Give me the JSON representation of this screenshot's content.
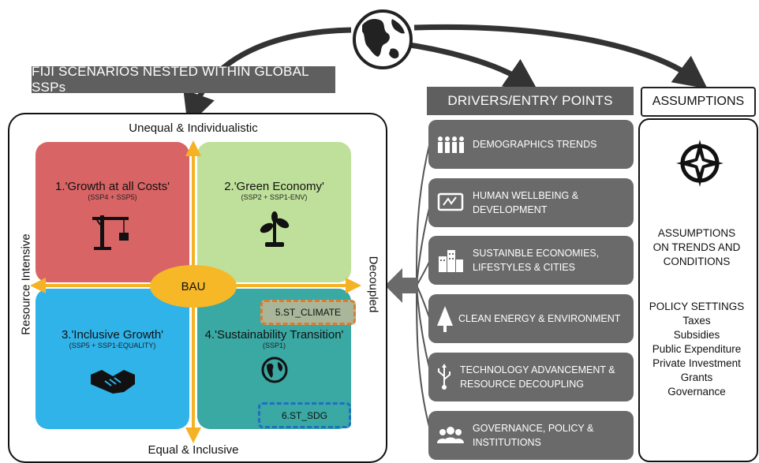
{
  "banner_title": "FIJI SCENARIOS NESTED WITHIN GLOBAL SSPs",
  "drivers_header": "DRIVERS/ENTRY POINTS",
  "assumptions_header": "ASSUMPTIONS",
  "axes": {
    "top": "Unequal & Individualistic",
    "bottom": "Equal & Inclusive",
    "left": "Resource Intensive",
    "right": "Decoupled"
  },
  "quadrants": [
    {
      "title": "1.'Growth at all Costs'",
      "sub": "(SSP4 + SSP5)",
      "color": "#d96465",
      "icon": "crane-icon"
    },
    {
      "title": "2.'Green Economy'",
      "sub": "(SSP2 + SSP1-ENV)",
      "color": "#bfe09a",
      "icon": "seedling-icon"
    },
    {
      "title": "3.'Inclusive Growth'",
      "sub": "(SSP5 + SSP1-EQUALITY)",
      "color": "#2fb3e9",
      "icon": "handshake-icon"
    },
    {
      "title": "4.'Sustainability Transition'",
      "sub": "(SSP1)",
      "color": "#3aa8a3",
      "icon": "globe-icon"
    }
  ],
  "bau_label": "BAU",
  "tags": {
    "climate": "5.ST_CLIMATE",
    "sdg": "6.ST_SDG"
  },
  "drivers": [
    {
      "label": "DEMOGRAPHICS TRENDS",
      "icon": "people-icon"
    },
    {
      "label": "HUMAN WELLBEING & DEVELOPMENT",
      "icon": "monitor-icon"
    },
    {
      "label": "SUSTAINBLE ECONOMIES, LIFESTYLES & CITIES",
      "icon": "buildings-icon"
    },
    {
      "label": "CLEAN ENERGY & ENVIRONMENT",
      "icon": "tree-icon"
    },
    {
      "label": "TECHNOLOGY ADVANCEMENT & RESOURCE DECOUPLING",
      "icon": "usb-icon"
    },
    {
      "label": "GOVERNANCE, POLICY & INSTITUTIONS",
      "icon": "group-icon"
    }
  ],
  "assumptions": {
    "block1": [
      "ASSUMPTIONS",
      "ON TRENDS AND",
      "CONDITIONS"
    ],
    "block2": [
      "POLICY SETTINGS",
      "Taxes",
      "Subsidies",
      "Public Expenditure",
      "Private Investment",
      "Grants",
      "Governance"
    ]
  },
  "colors": {
    "axis": "#f5b224",
    "bau": "#f7b828",
    "banner": "#5f5f5f",
    "driver": "#6a6a6a",
    "climate_border": "#e07b2a",
    "sdg_border": "#1f6fc2"
  }
}
